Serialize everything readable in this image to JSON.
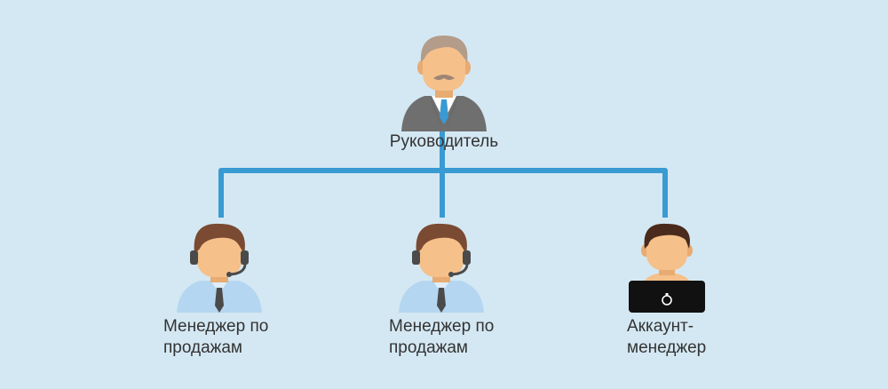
{
  "colors": {
    "background": "#d4e8f3",
    "connector": "#3a9ad2",
    "text": "#333333",
    "skin": "#f5c08a",
    "hair": "#7a4a32",
    "shirt": "#b4d6f0",
    "suit": "#707070"
  },
  "nodes": {
    "head": {
      "title": "Руководитель",
      "icon": "manager-icon"
    },
    "sales1": {
      "line1": "Менеджер по",
      "line2": "продажам",
      "icon": "headset-operator-icon"
    },
    "sales2": {
      "line1": "Менеджер по",
      "line2": "продажам",
      "icon": "headset-operator-icon"
    },
    "account": {
      "line1": "Аккаунт-",
      "line2": "менеджер",
      "icon": "laptop-user-icon"
    }
  }
}
